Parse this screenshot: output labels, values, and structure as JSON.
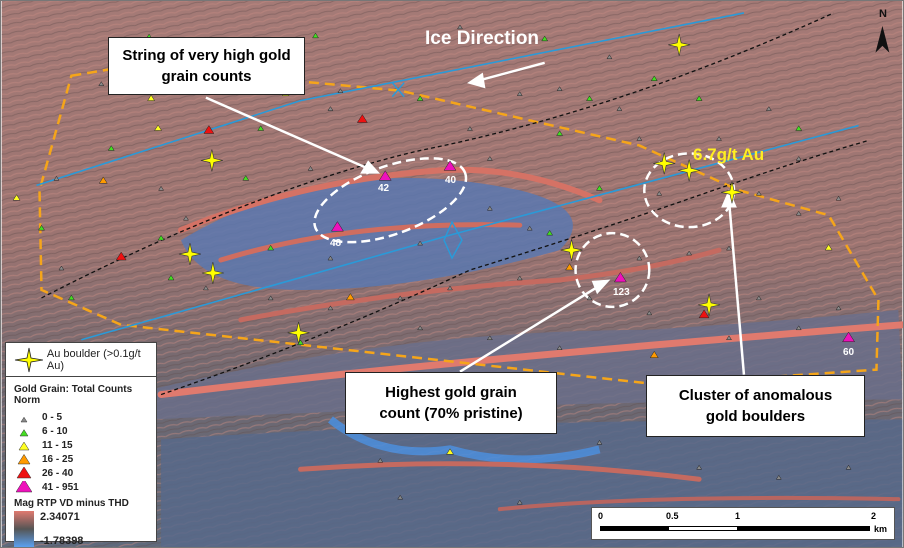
{
  "map": {
    "ice_direction_label": "Ice Direction",
    "north_label": "N",
    "grade_label": "6.7g/t Au",
    "sample_labels": [
      "42",
      "40",
      "48",
      "123",
      "60"
    ]
  },
  "callouts": {
    "string": "String of very high gold grain counts",
    "highest": "Highest gold grain count (70% pristine)",
    "cluster": "Cluster of anomalous gold boulders"
  },
  "legend": {
    "boulder_label": "Au boulder (>0.1g/t Au)",
    "gold_grain_title": "Gold Grain: Total Counts Norm",
    "classes": [
      {
        "label": "0 - 5",
        "color": "#8a8a8a"
      },
      {
        "label": "6 - 10",
        "color": "#44dd22"
      },
      {
        "label": "11 - 15",
        "color": "#ffff22"
      },
      {
        "label": "16 - 25",
        "color": "#ff9a00"
      },
      {
        "label": "26 - 40",
        "color": "#ee1111"
      },
      {
        "label": "41 - 951",
        "color": "#ee11bb"
      }
    ],
    "mag_title": "Mag RTP VD minus THD",
    "mag_max": "2.34071",
    "mag_min": "-1.78398"
  },
  "scale": {
    "ticks": [
      "0",
      "0.5",
      "1",
      "2"
    ],
    "unit": "km"
  }
}
